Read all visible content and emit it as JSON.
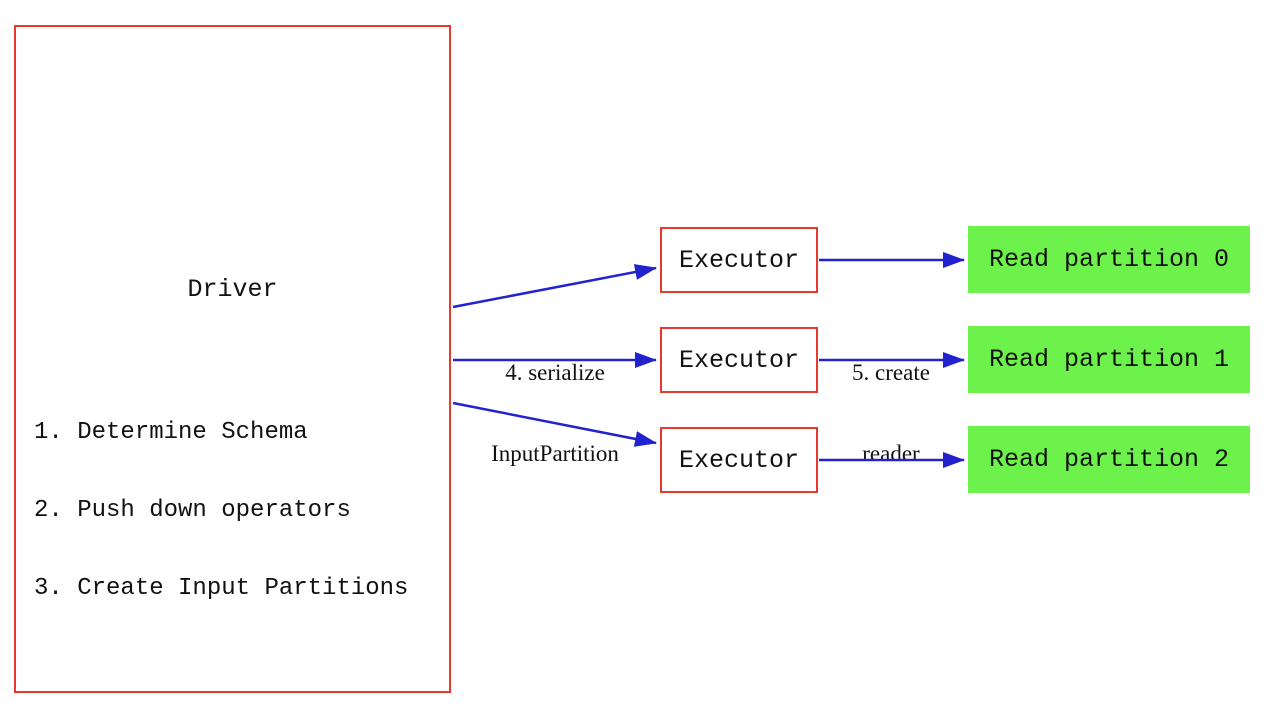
{
  "diagram": {
    "driver": {
      "title": "Driver",
      "steps": [
        "1. Determine Schema",
        "2. Push down operators",
        "3. Create Input Partitions"
      ]
    },
    "executors": [
      {
        "label": "Executor"
      },
      {
        "label": "Executor"
      },
      {
        "label": "Executor"
      }
    ],
    "partitions": [
      {
        "label": "Read partition 0"
      },
      {
        "label": "Read partition 1"
      },
      {
        "label": "Read partition 2"
      }
    ],
    "edge_labels": {
      "serialize": {
        "line1": "4. serialize",
        "line2": "InputPartition"
      },
      "create_reader": {
        "line1": "5. create",
        "line2": "reader"
      }
    },
    "colors": {
      "box_border": "#e8392e",
      "arrow": "#2222cf",
      "partition_fill": "#6cf24a",
      "text": "#111111"
    }
  }
}
